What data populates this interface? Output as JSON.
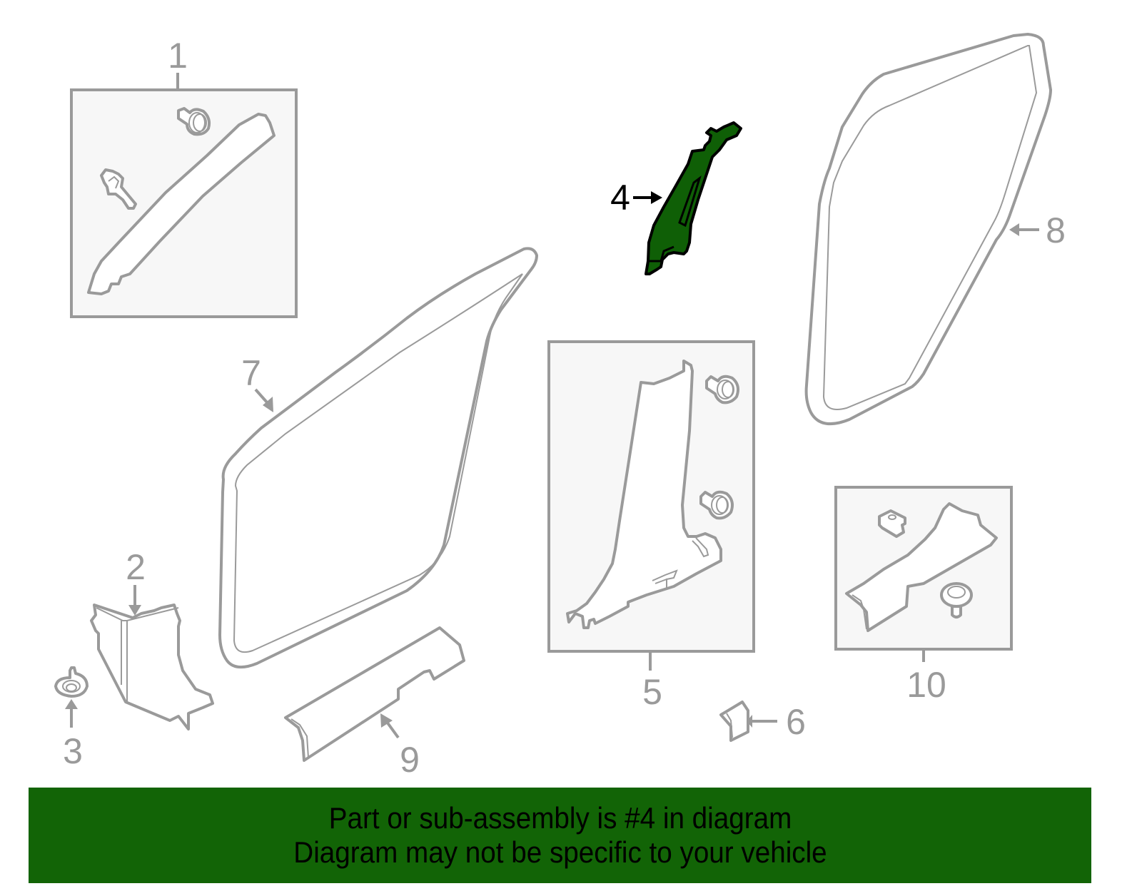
{
  "diagram": {
    "highlight_color": "#0f5f06",
    "line_color": "#9a9a9a",
    "box_fill": "#f7f7f7",
    "callouts": [
      {
        "number": "1",
        "label": "1"
      },
      {
        "number": "2",
        "label": "2"
      },
      {
        "number": "3",
        "label": "3"
      },
      {
        "number": "4",
        "label": "4",
        "highlighted": true
      },
      {
        "number": "5",
        "label": "5"
      },
      {
        "number": "6",
        "label": "6"
      },
      {
        "number": "7",
        "label": "7"
      },
      {
        "number": "8",
        "label": "8"
      },
      {
        "number": "9",
        "label": "9"
      },
      {
        "number": "10",
        "label": "10"
      }
    ]
  },
  "banner": {
    "background": "#126406",
    "line1": "Part or sub-assembly is #4 in diagram",
    "line2": "Diagram may not be specific to your vehicle"
  }
}
